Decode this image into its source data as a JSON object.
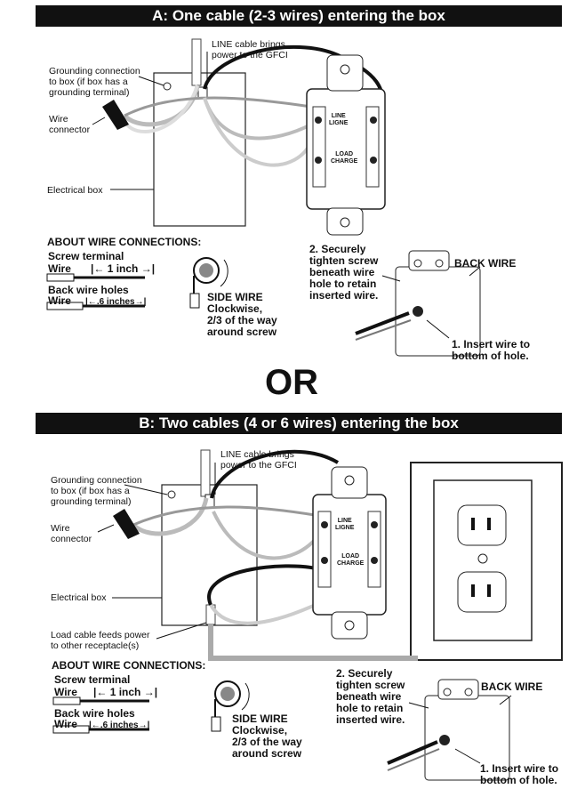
{
  "section_a": {
    "banner": "A: One cable (2-3 wires) entering the box",
    "line_cable": [
      "LINE cable brings",
      "power to the GFCI"
    ],
    "grounding": [
      "Grounding connection",
      "to box (if box has a",
      "grounding terminal)"
    ],
    "wire_connector": [
      "Wire",
      "connector"
    ],
    "electrical_box": "Electrical box",
    "about": "ABOUT WIRE CONNECTIONS:",
    "screw_terminal": "Screw terminal",
    "wire1": "Wire",
    "inch1": "1 inch",
    "back_wire_holes": "Back wire holes",
    "wire2": "Wire",
    "inch2": ".6 inches",
    "side_wire": "SIDE WIRE",
    "clockwise": [
      "Clockwise,",
      "2/3 of the way",
      "around screw"
    ],
    "tighten": [
      "2. Securely",
      "tighten screw",
      "beneath wire",
      "hole to retain",
      "inserted wire."
    ],
    "back_wire": "BACK WIRE",
    "insert": [
      "1. Insert wire to",
      "bottom of hole."
    ],
    "gfci_line": [
      "LINE",
      "LIGNE"
    ],
    "gfci_load": [
      "LOAD",
      "CHARGE"
    ]
  },
  "or_text": "OR",
  "section_b": {
    "banner": "B: Two cables (4 or 6 wires) entering the box",
    "line_cable": [
      "LINE cable brings",
      "power to the GFCI"
    ],
    "grounding": [
      "Grounding connection",
      "to box (if box has a",
      "grounding terminal)"
    ],
    "wire_connector": [
      "Wire",
      "connector"
    ],
    "electrical_box": "Electrical box",
    "load_cable": [
      "Load cable feeds power",
      "to other receptacle(s)"
    ],
    "about": "ABOUT WIRE CONNECTIONS:",
    "screw_terminal": "Screw terminal",
    "wire1": "Wire",
    "inch1": "1 inch",
    "back_wire_holes": "Back wire holes",
    "wire2": "Wire",
    "inch2": ".6 inches",
    "side_wire": "SIDE WIRE",
    "clockwise": [
      "Clockwise,",
      "2/3 of the way",
      "around screw"
    ],
    "tighten": [
      "2. Securely",
      "tighten screw",
      "beneath wire",
      "hole to retain",
      "inserted wire."
    ],
    "back_wire": "BACK WIRE",
    "insert": [
      "1. Insert wire to",
      "bottom of hole."
    ],
    "gfci_line": [
      "LINE",
      "LIGNE"
    ],
    "gfci_load": [
      "LOAD",
      "CHARGE"
    ]
  }
}
